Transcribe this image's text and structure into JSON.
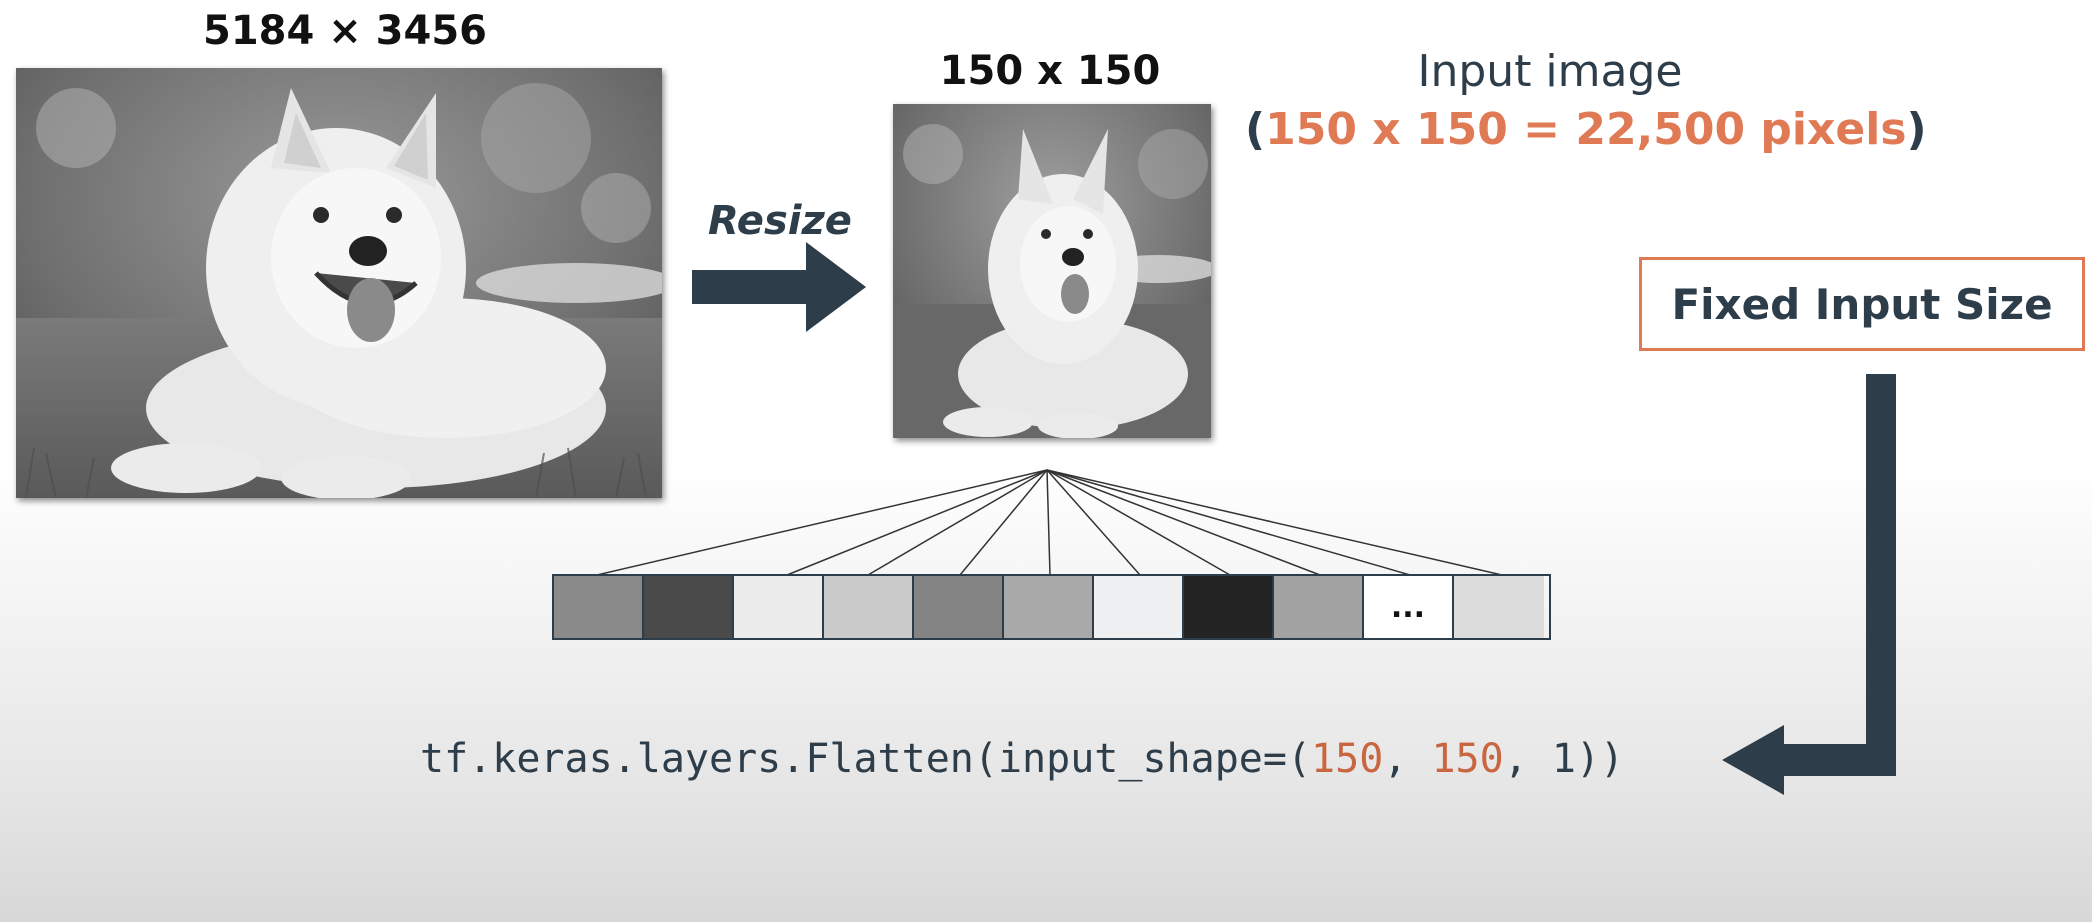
{
  "original": {
    "size_label": "5184 × 3456"
  },
  "resize": {
    "label": "Resize"
  },
  "resized": {
    "size_label": "150 x 150"
  },
  "input_image": {
    "title": "Input image",
    "open_paren": "(",
    "detail": "150 x 150 = 22,500 pixels",
    "close_paren": ")"
  },
  "fixed_input": {
    "label": "Fixed Input Size"
  },
  "pixel_row": {
    "cells": [
      {
        "fill": "#8a8a8a",
        "text": ""
      },
      {
        "fill": "#4a4a4a",
        "text": ""
      },
      {
        "fill": "#ececec",
        "text": ""
      },
      {
        "fill": "#cacaca",
        "text": ""
      },
      {
        "fill": "#848484",
        "text": ""
      },
      {
        "fill": "#a9a9a9",
        "text": ""
      },
      {
        "fill": "#eff0f1",
        "text": ""
      },
      {
        "fill": "#232323",
        "text": ""
      },
      {
        "fill": "#a3a3a3",
        "text": ""
      },
      {
        "fill": "#ffffff",
        "text": "..."
      },
      {
        "fill": "#dcdcdc",
        "text": ""
      }
    ]
  },
  "code": {
    "prefix": "tf.keras.layers.Flatten(input_shape=(",
    "num1": "150",
    "sep1": ", ",
    "num2": "150",
    "suffix": ", 1))"
  },
  "colors": {
    "accent": "#e07a55",
    "dark_slate": "#2e3d4a"
  }
}
